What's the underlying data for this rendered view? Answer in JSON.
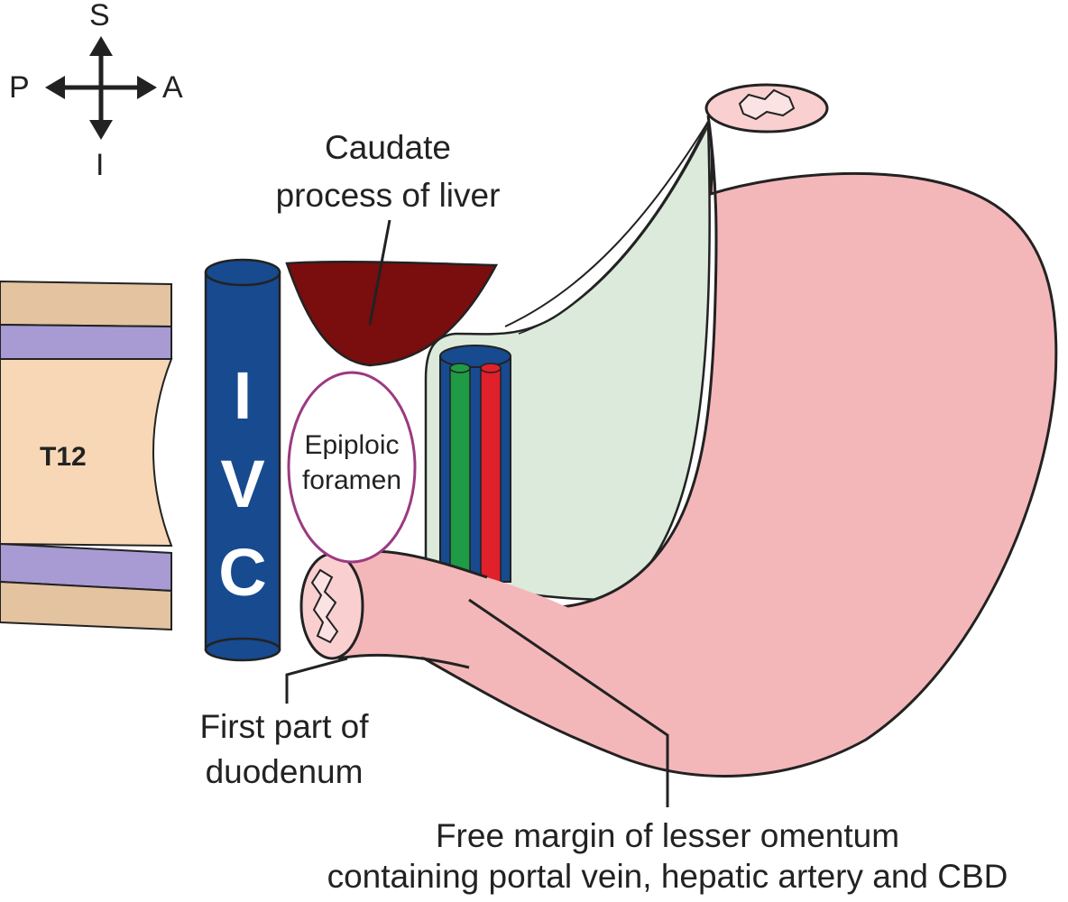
{
  "compass": {
    "superior": "S",
    "posterior": "P",
    "anterior": "A",
    "inferior": "I"
  },
  "labels": {
    "caudate_line1": "Caudate",
    "caudate_line2": "process of liver",
    "vertebra": "T12",
    "ivc": [
      "I",
      "V",
      "C"
    ],
    "foramen_line1": "Epiploic",
    "foramen_line2": "foramen",
    "duodenum_line1": "First part of",
    "duodenum_line2": "duodenum",
    "omentum_line1": "Free margin of lesser omentum",
    "omentum_line2": "containing portal vein, hepatic artery and CBD"
  },
  "colors": {
    "outline": "#222222",
    "stomach": "#f4b7b9",
    "stomach_light": "#f9cfd0",
    "omentum": "#dbeadb",
    "ivc": "#174a8f",
    "caudate": "#7a0d0d",
    "foramen_ring": "#9b3a82",
    "vertebra_body": "#f7d7b6",
    "vertebra_endplate": "#e3c3a0",
    "disc": "#a89bd3",
    "portal_vein": "#174a8f",
    "hepatic_artery": "#e0202a",
    "bile_duct": "#1f9a45"
  }
}
